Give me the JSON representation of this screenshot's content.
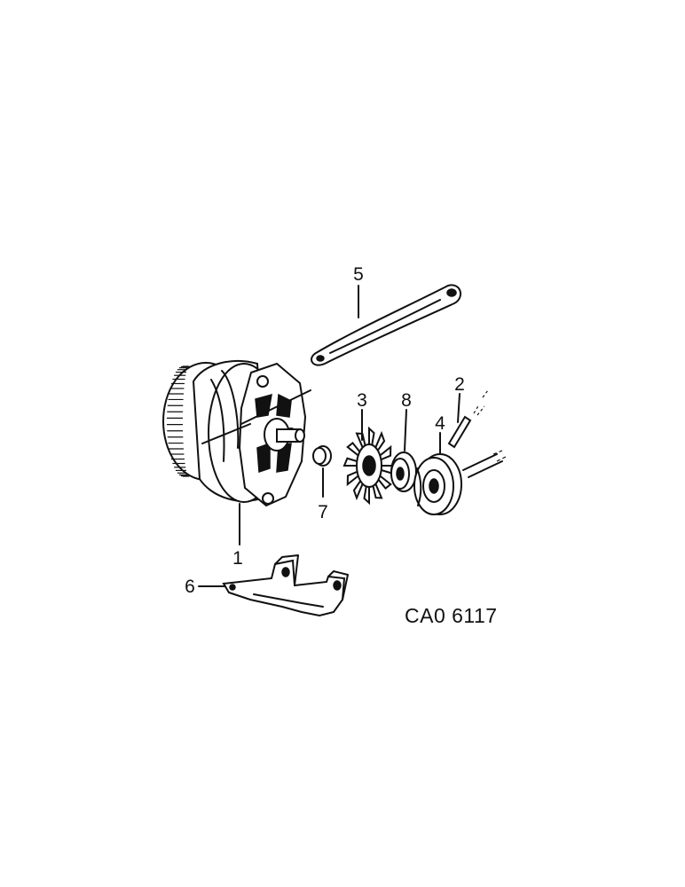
{
  "diagram": {
    "drawing_number": "CA0 6117",
    "parts": [
      {
        "callout": "1",
        "icon": "alternator-icon"
      },
      {
        "callout": "2",
        "icon": "key-icon"
      },
      {
        "callout": "3",
        "icon": "fan-icon"
      },
      {
        "callout": "4",
        "icon": "pulley-icon"
      },
      {
        "callout": "5",
        "icon": "adjusting-strap-icon"
      },
      {
        "callout": "6",
        "icon": "mounting-bracket-icon"
      },
      {
        "callout": "7",
        "icon": "spacer-icon"
      },
      {
        "callout": "8",
        "icon": "washer-icon"
      }
    ]
  }
}
